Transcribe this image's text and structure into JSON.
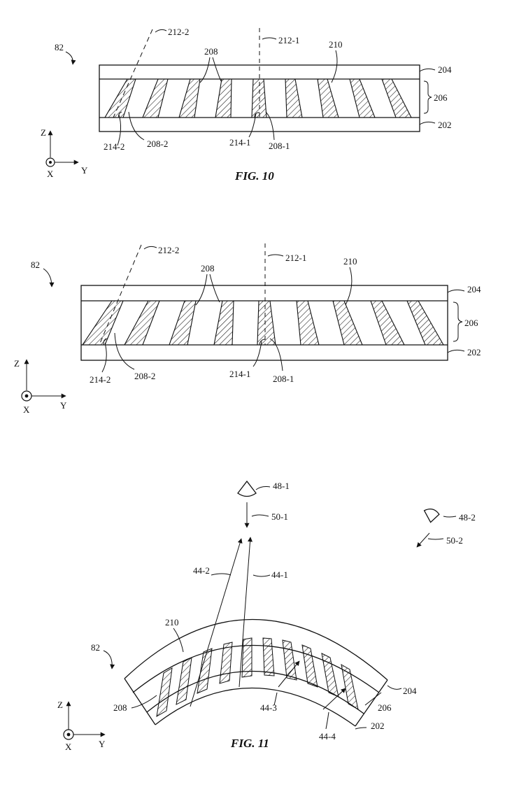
{
  "fig10": {
    "title": "FIG. 10",
    "labels": {
      "device": "82",
      "ray_a": "212-2",
      "ray_b": "212-1",
      "top_layer": "204",
      "middle_layer": "206",
      "bottom_layer": "202",
      "louvers": "208",
      "gap": "210",
      "angle_a": "214-2",
      "louver_a": "208-2",
      "angle_b": "214-1",
      "louver_b": "208-1"
    },
    "axes": {
      "z": "Z",
      "x": "X",
      "y": "Y"
    }
  },
  "fig10b": {
    "labels": {
      "device": "82",
      "ray_a": "212-2",
      "ray_b": "212-1",
      "top_layer": "204",
      "middle_layer": "206",
      "bottom_layer": "202",
      "louvers": "208",
      "gap": "210",
      "angle_a": "214-2",
      "louver_a": "208-2",
      "angle_b": "214-1",
      "louver_b": "208-1"
    },
    "axes": {
      "z": "Z",
      "x": "X",
      "y": "Y"
    }
  },
  "fig11": {
    "title": "FIG. 11",
    "labels": {
      "device": "82",
      "eye_1": "48-1",
      "dir_1": "50-1",
      "eye_2": "48-2",
      "dir_2": "50-2",
      "ray_2": "44-2",
      "ray_1": "44-1",
      "gap": "210",
      "louvers": "208",
      "ray_3": "44-3",
      "ray_4": "44-4",
      "top_layer": "204",
      "middle_layer": "206",
      "bottom_layer": "202"
    },
    "axes": {
      "z": "Z",
      "x": "X",
      "y": "Y"
    }
  }
}
